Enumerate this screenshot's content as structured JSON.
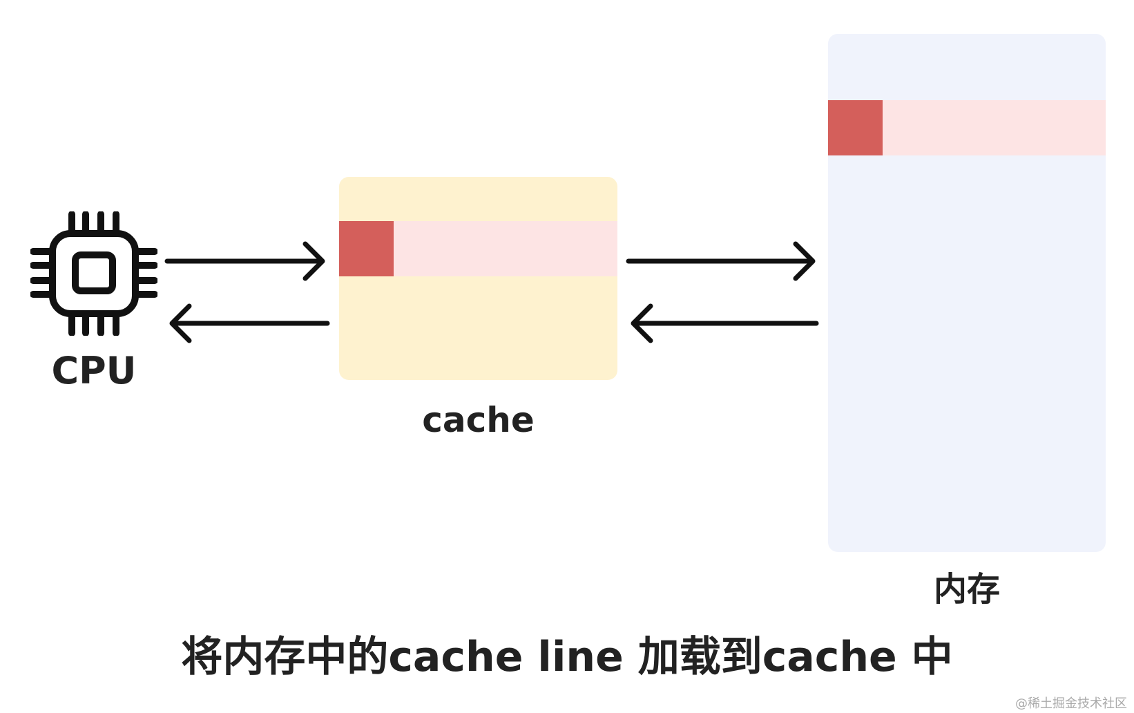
{
  "labels": {
    "cpu": "CPU",
    "cache": "cache",
    "memory": "内存"
  },
  "caption": "将内存中的cache line 加载到cache 中",
  "watermark": "@稀土掘金技术社区",
  "colors": {
    "cache_bg": "#fef2cf",
    "memory_bg": "#f0f3fc",
    "line_highlight": "#fde4e4",
    "line_head": "#d45f5b",
    "arrow": "#111111",
    "text": "#222222"
  },
  "icons": {
    "cpu": "cpu-chip-icon"
  }
}
